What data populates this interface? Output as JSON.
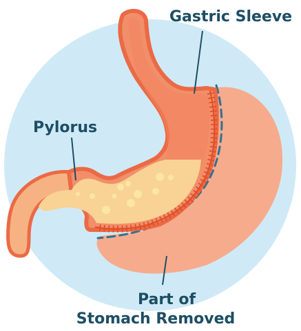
{
  "labels": {
    "gastric_sleeve": "Gastric Sleeve",
    "pylorus": "Pylorus",
    "removed_line1": "Part of",
    "removed_line2": "Stomach Removed"
  },
  "colors": {
    "background_circle": "#cfeaf6",
    "removed_stomach": "#f6ab8d",
    "sleeve_outline": "#eb6a45",
    "sleeve_fill": "#f28f6b",
    "intestine_fill": "#f6b283",
    "food_content": "#f8d395",
    "food_particle": "#fbe6a6",
    "staple_line": "#e0502a",
    "cut_line": "#2f7292",
    "label_text": "#1d4e64"
  },
  "icons": [
    "stomach-illustration"
  ]
}
